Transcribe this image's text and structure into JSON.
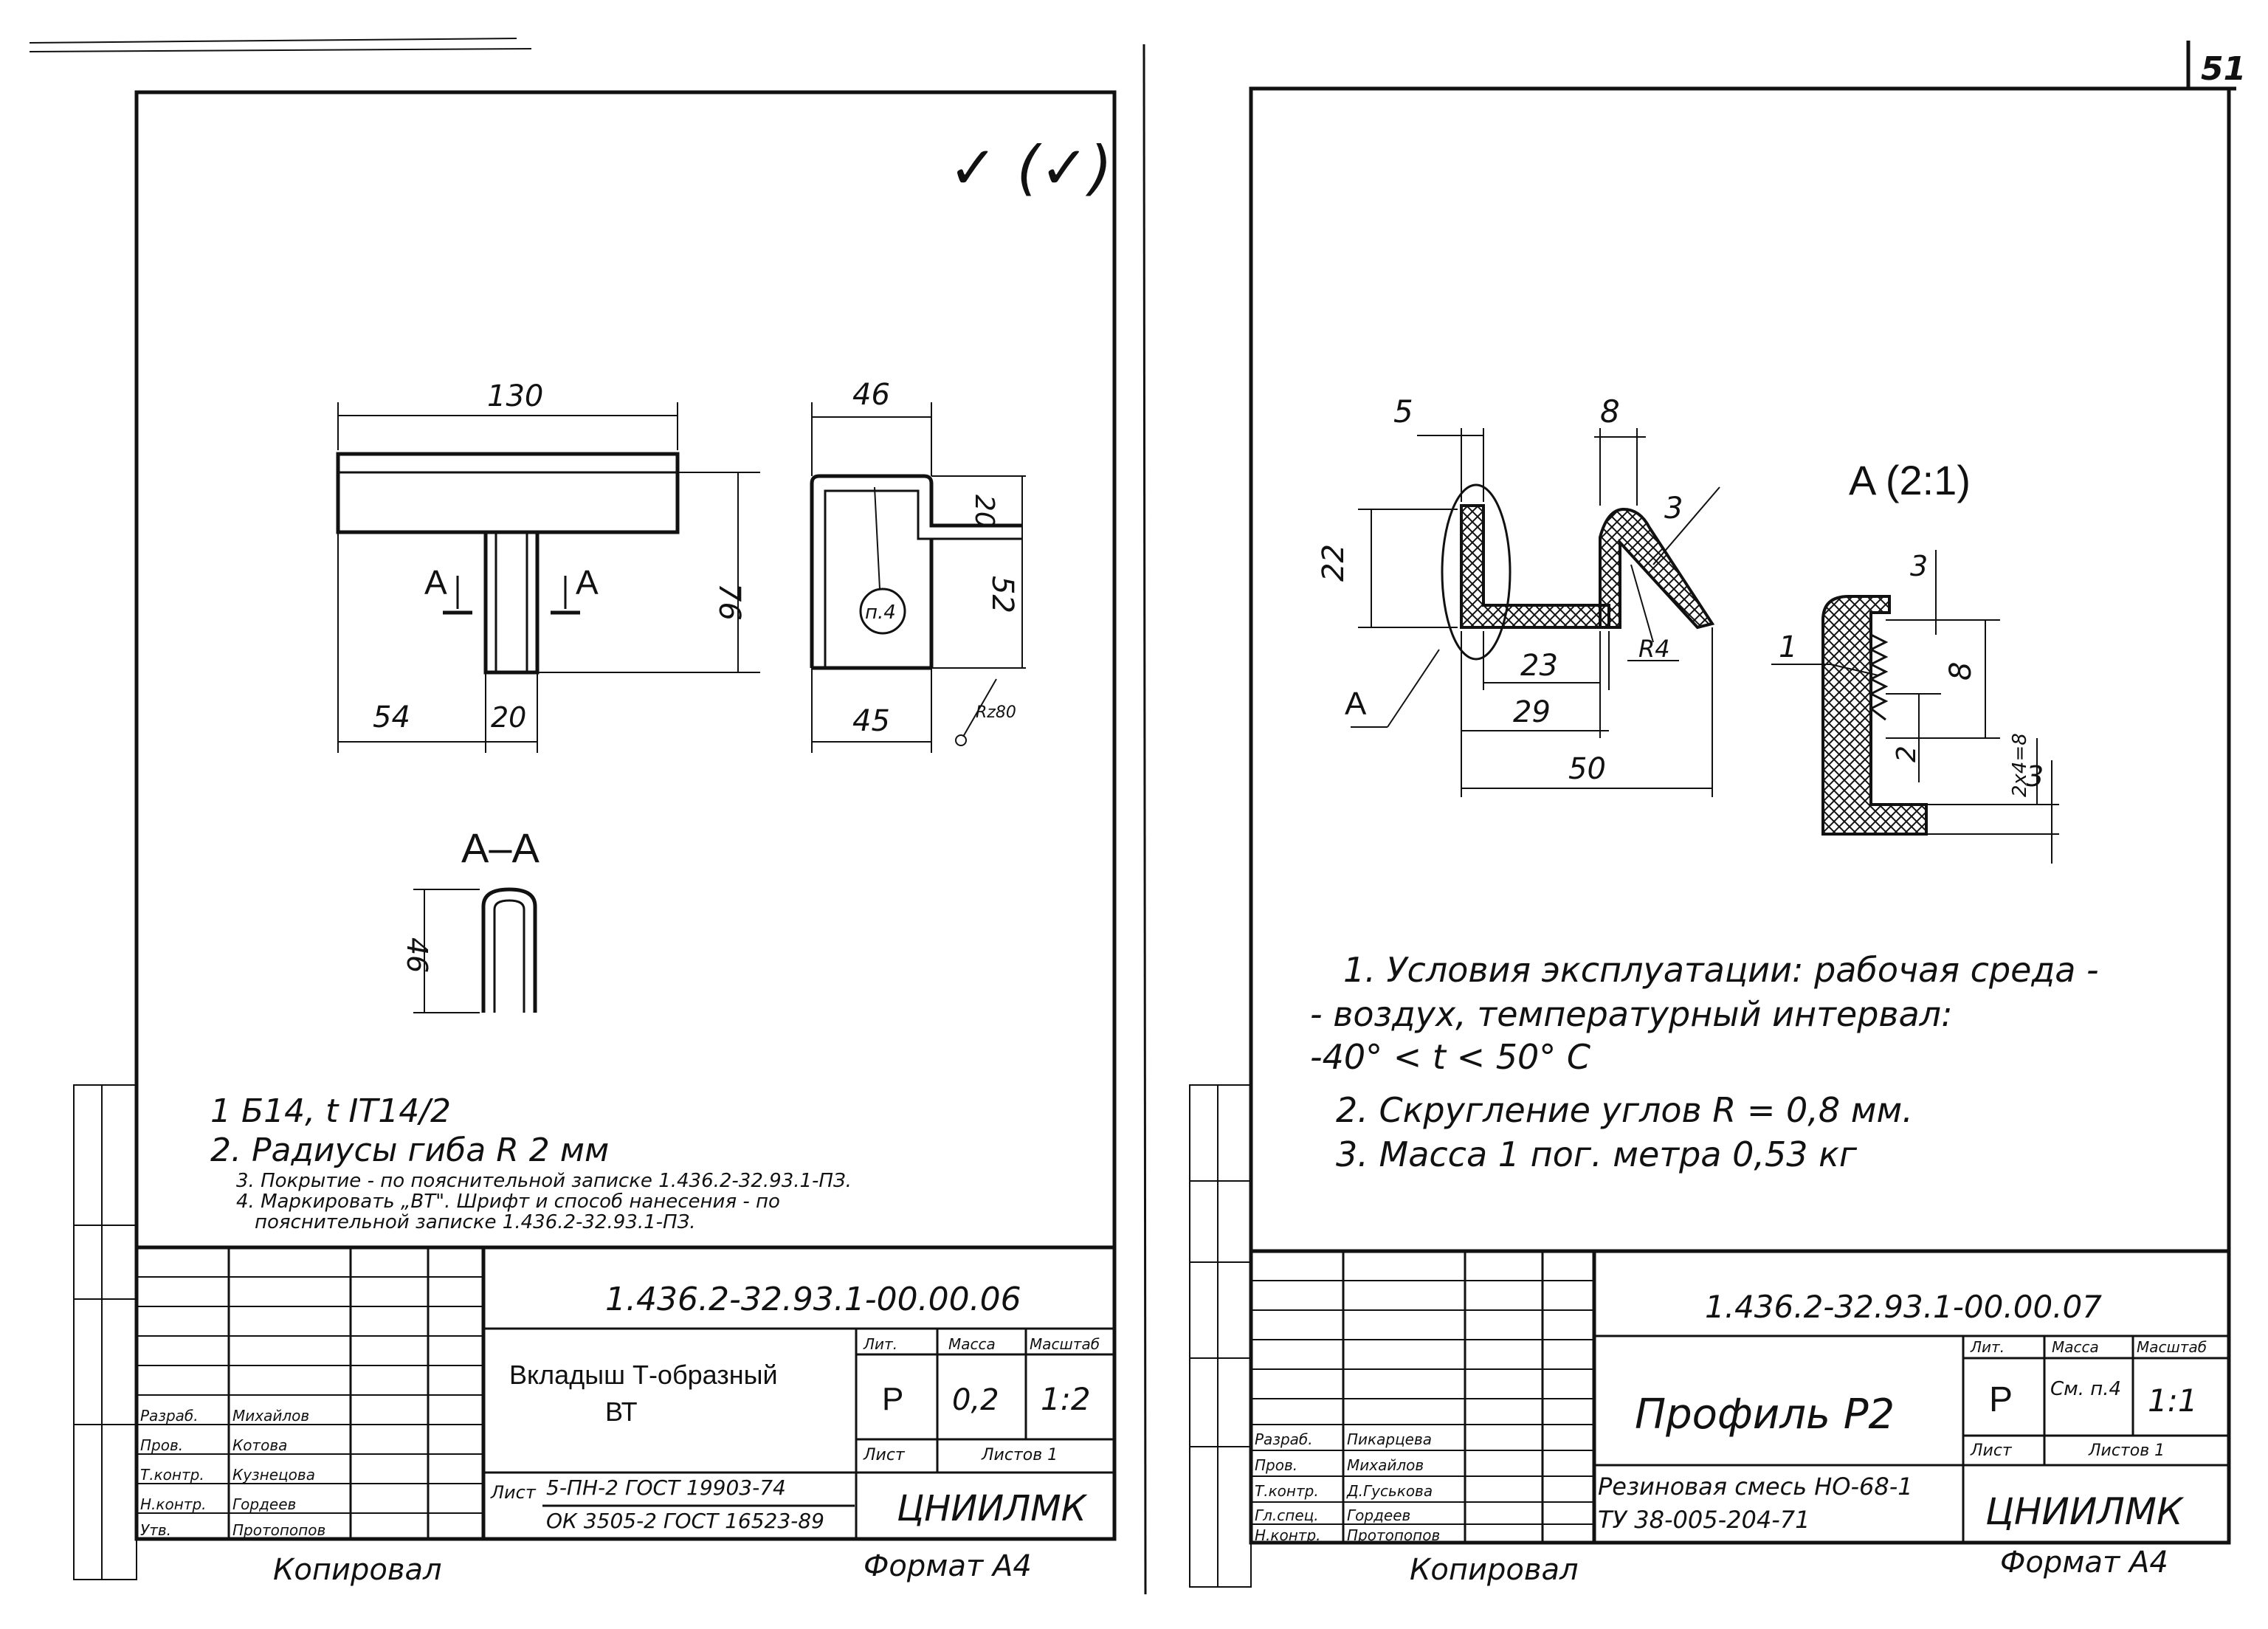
{
  "page_number": "51",
  "left_sheet": {
    "check_mark": "✓ (✓)",
    "top_view": {
      "dim_width": "130",
      "dim_left": "54",
      "dim_stem": "20",
      "dim_height": "76",
      "section_mark": "A"
    },
    "side_view": {
      "dim_top": "46",
      "dim_upper": "20",
      "dim_lower": "52",
      "dim_bottom": "45",
      "ref_callout": "п.4",
      "surface": "Rz80"
    },
    "section": {
      "title": "A–A",
      "dim_height": "46"
    },
    "notes": [
      "1  Б14,  t ІТ14/2",
      "2. Радиусы гиба R 2 мм",
      "3. Покрытие - по пояснительной записке 1.436.2-32.93.1-ПЗ.",
      "4. Маркировать „ВТ\". Шрифт и способ нанесения - по",
      "пояснительной записке 1.436.2-32.93.1-ПЗ."
    ],
    "title_block": {
      "doc_code": "1.436.2-32.93.1-00.00.06",
      "name_line1": "Вкладыш Т-образный",
      "name_line2": "ВТ",
      "head_lit": "Лит.",
      "head_mass": "Масса",
      "head_scale": "Масштаб",
      "lit": "Р",
      "mass": "0,2",
      "scale": "1:2",
      "sheet": "Лист",
      "sheets": "Листов 1",
      "material_prefix": "Лист",
      "material_line1": "5-ПН-2 ГОСТ 19903-74",
      "material_line2": "ОК 3505-2 ГОСТ 16523-89",
      "org": "ЦНИИЛМК",
      "roles": [
        "Разраб.",
        "Пров.",
        "Т.контр.",
        "Н.контр.",
        "Утв."
      ],
      "names": [
        "Михайлов",
        "Котова",
        "Кузнецова",
        "Гордеев",
        "Протопопов"
      ]
    },
    "footer_left": "Копировал",
    "footer_right": "Формат А4"
  },
  "right_sheet": {
    "profile": {
      "dim_5": "5",
      "dim_8": "8",
      "dim_22": "22",
      "dim_23": "23",
      "dim_29": "29",
      "dim_50": "50",
      "radius": "R4",
      "leader_3": "3",
      "view_label": "A"
    },
    "detail": {
      "title": "A (2:1)",
      "dim_3a": "3",
      "dim_8": "8",
      "dim_2": "2",
      "dim_chain": "2х4=8",
      "dim_3b": "3",
      "leader_1": "1"
    },
    "notes": [
      "1. Условия эксплуатации: рабочая среда -",
      "- воздух, температурный интервал:",
      "-40° < t < 50° С",
      "2. Скругление углов R = 0,8 мм.",
      "3. Масса 1 пог. метра   0,53 кг"
    ],
    "title_block": {
      "doc_code": "1.436.2-32.93.1-00.00.07",
      "name": "Профиль Р2",
      "head_lit": "Лит.",
      "head_mass": "Масса",
      "head_scale": "Масштаб",
      "lit": "Р",
      "mass": "См. п.4",
      "scale": "1:1",
      "sheet": "Лист",
      "sheets": "Листов 1",
      "material_line1": "Резиновая смесь НО-68-1",
      "material_line2": "ТУ 38-005-204-71",
      "org": "ЦНИИЛМК",
      "roles": [
        "Разраб.",
        "Пров.",
        "Т.контр.",
        "Гл.спец.",
        "Н.контр."
      ],
      "names": [
        "Пикарцева",
        "Михайлов",
        "Д.Гуськова",
        "Гордеев",
        "Протопопов"
      ]
    },
    "footer_left": "Копировал",
    "footer_right": "Формат А4"
  }
}
